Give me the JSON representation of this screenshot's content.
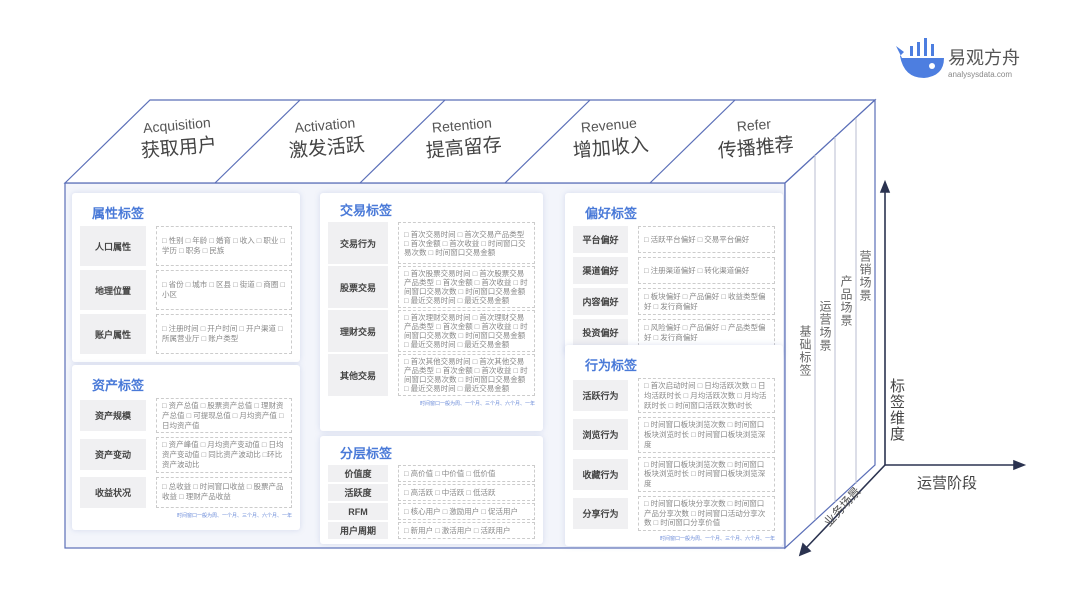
{
  "logo": {
    "name": "易观方舟",
    "domain": "analysysdata.com"
  },
  "stages": [
    {
      "en": "Acquisition",
      "cn": "获取用户"
    },
    {
      "en": "Activation",
      "cn": "激发活跃"
    },
    {
      "en": "Retention",
      "cn": "提高留存"
    },
    {
      "en": "Revenue",
      "cn": "增加收入"
    },
    {
      "en": "Refer",
      "cn": "传播推荐"
    }
  ],
  "layers": [
    "基础标签",
    "运营场景",
    "产品场景",
    "营销场景"
  ],
  "axes": {
    "vertical": "标签维度",
    "horizontal": "运营阶段",
    "depth": "业务场景"
  },
  "cards": [
    {
      "title": "属性标签",
      "rows": [
        {
          "label": "人口属性",
          "value": "□ 性别 □ 年龄 □ 婚育 □ 收入 □ 职业 □ 学历 □ 职务 □ 民族"
        },
        {
          "label": "地理位置",
          "value": "□ 省份 □ 城市 □ 区县 □ 街道 □ 商圈 □ 小区"
        },
        {
          "label": "账户属性",
          "value": "□ 注册时间 □ 开户时间 □ 开户渠道 □ 所属营业厅 □ 账户类型"
        }
      ]
    },
    {
      "title": "资产标签",
      "rows": [
        {
          "label": "资产规模",
          "value": "□ 资产总值 □ 股票资产总值 □ 理财资产总值 □ 可提现总值 □ 月均资产值 □ 日均资产值"
        },
        {
          "label": "资产变动",
          "value": "□ 资产峰值 □ 月均资产变动值 □ 日均资产变动值 □ 同比资产波动比 □环比资产波动比"
        },
        {
          "label": "收益状况",
          "value": "□ 总收益 □ 时间窗口收益 □ 股票产品收益 □ 理财产品收益"
        }
      ],
      "footer": "时间窗口一般为周、一个月、三个月、六个月、一年"
    },
    {
      "title": "交易标签",
      "rows": [
        {
          "label": "交易行为",
          "value": "□ 首次交易时间 □ 首次交易产品类型 □ 首次金额 □ 首次收益 □ 时间窗口交易次数 □ 时间窗口交易金额"
        },
        {
          "label": "股票交易",
          "value": "□ 首次股票交易时间 □ 首次股票交易产品类型 □ 首次金额 □ 首次收益 □ 时间窗口交易次数 □ 时间窗口交易金额 □ 最近交易时间 □ 最近交易金额"
        },
        {
          "label": "理财交易",
          "value": "□ 首次理财交易时间 □ 首次理财交易产品类型 □ 首次金额 □ 首次收益 □ 时间窗口交易次数 □ 时间窗口交易金额 □ 最近交易时间 □ 最近交易金额"
        },
        {
          "label": "其他交易",
          "value": "□ 首次其他交易时间 □ 首次其他交易产品类型 □ 首次金额 □ 首次收益 □ 时间窗口交易次数 □ 时间窗口交易金额 □ 最近交易时间 □ 最近交易金额"
        }
      ],
      "footer": "时间窗口一般为周、一个月、三个月、六个月、一年"
    },
    {
      "title": "分层标签",
      "rows": [
        {
          "label": "价值度",
          "value": "□ 高价值 □ 中价值 □ 低价值"
        },
        {
          "label": "活跃度",
          "value": "□ 高活跃 □ 中活跃 □ 低活跃"
        },
        {
          "label": "RFM",
          "value": "□ 核心用户 □ 激励用户 □ 促活用户"
        },
        {
          "label": "用户周期",
          "value": "□ 新用户 □ 激活用户 □ 活跃用户"
        }
      ]
    },
    {
      "title": "偏好标签",
      "rows": [
        {
          "label": "平台偏好",
          "value": "□ 活跃平台偏好 □ 交易平台偏好"
        },
        {
          "label": "渠道偏好",
          "value": "□ 注册渠道偏好 □ 转化渠道偏好"
        },
        {
          "label": "内容偏好",
          "value": "□ 板块偏好 □ 产品偏好 □ 收益类型偏好 □ 发行商偏好"
        },
        {
          "label": "投资偏好",
          "value": "□ 风险偏好 □ 产品偏好 □ 产品类型偏好 □ 发行商偏好"
        }
      ]
    },
    {
      "title": "行为标签",
      "rows": [
        {
          "label": "活跃行为",
          "value": "□ 首次启动时间 □ 日均活跃次数 □ 日均活跃时长 □ 月均活跃次数 □ 月均活跃时长 □ 时间窗口活跃次数\\时长"
        },
        {
          "label": "浏览行为",
          "value": "□ 时间窗口板块浏览次数 □ 时间窗口板块浏览时长 □ 时间窗口板块浏览深度"
        },
        {
          "label": "收藏行为",
          "value": "□ 时间窗口板块浏览次数 □ 时间窗口板块浏览时长 □ 时间窗口板块浏览深度"
        },
        {
          "label": "分享行为",
          "value": "□ 时间窗口板块分享次数 □ 时间窗口产品分享次数 □ 时间窗口活动分享次数 □ 时间窗口分享价值"
        }
      ],
      "footer": "时间窗口一般为周、一个月、三个月、六个月、一年"
    }
  ]
}
